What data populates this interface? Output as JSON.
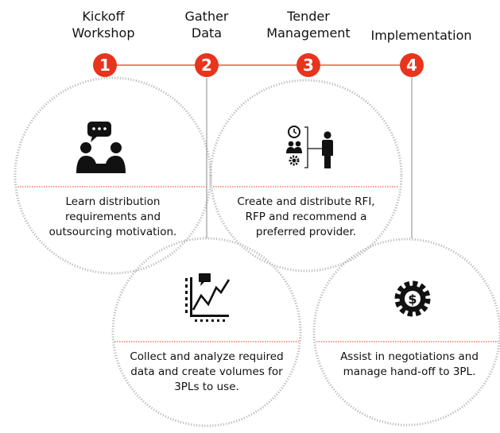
{
  "stages": [
    {
      "number": "1",
      "title_lines": [
        "Kickoff",
        "Workshop"
      ],
      "description_lines": [
        "Learn distribution",
        "requirements and",
        "outsourcing motivation."
      ],
      "icon": "meeting-people-icon"
    },
    {
      "number": "2",
      "title_lines": [
        "Gather",
        "Data"
      ],
      "description_lines": [
        "Collect and analyze required",
        "data and create volumes for",
        "3PLs to use."
      ],
      "icon": "data-chart-icon"
    },
    {
      "number": "3",
      "title_lines": [
        "Tender",
        "Management"
      ],
      "description_lines": [
        "Create and distribute RFI,",
        "RFP and recommend a",
        "preferred provider."
      ],
      "icon": "tender-team-icon"
    },
    {
      "number": "4",
      "title_lines": [
        "Implementation"
      ],
      "description_lines": [
        "Assist in negotiations and",
        "manage hand-off to 3PL."
      ],
      "icon": "dollar-gear-icon"
    }
  ],
  "colors": {
    "accent": "#e8341c",
    "marker": "#e8341c",
    "circle_border": "#b9b9b9",
    "text": "#111111"
  }
}
